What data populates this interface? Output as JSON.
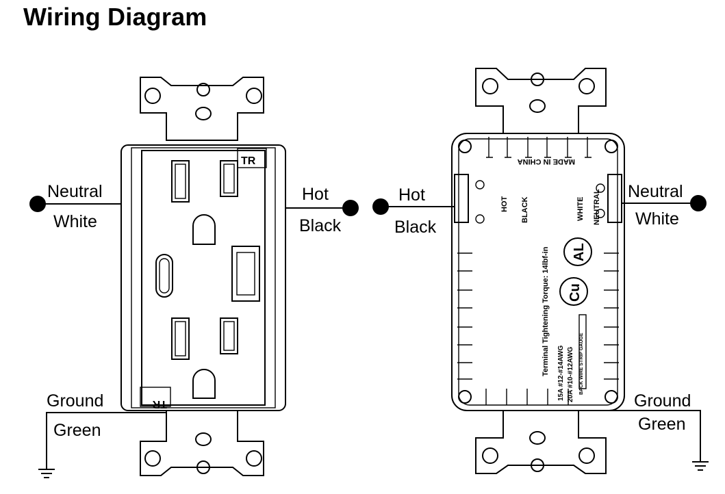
{
  "title": "Wiring Diagram",
  "front": {
    "left_top": "Neutral",
    "left_bottom": "White",
    "right_top": "Hot",
    "right_bottom": "Black",
    "ground_top": "Ground",
    "ground_bottom": "Green",
    "tr_top": "TR",
    "tr_bottom": "TR"
  },
  "back": {
    "left_top": "Hot",
    "left_bottom": "Black",
    "right_top": "Neutral",
    "right_bottom": "White",
    "ground_top": "Ground",
    "ground_bottom": "Green",
    "made_in": "MADE IN CHINA",
    "hot_label": "HOT",
    "black_label": "BLACK",
    "white_label": "WHITE",
    "neutral_label": "NEUTRAL",
    "torque": "Terminal Tightening Torque: 14lbf-in",
    "awg_15": "15A #12-#14AWG",
    "awg_20": "20A #10-#12AWG",
    "strip_gauge": "BACK WIRE STRIP GAUGE",
    "cu": "Cu",
    "al": "AL"
  }
}
